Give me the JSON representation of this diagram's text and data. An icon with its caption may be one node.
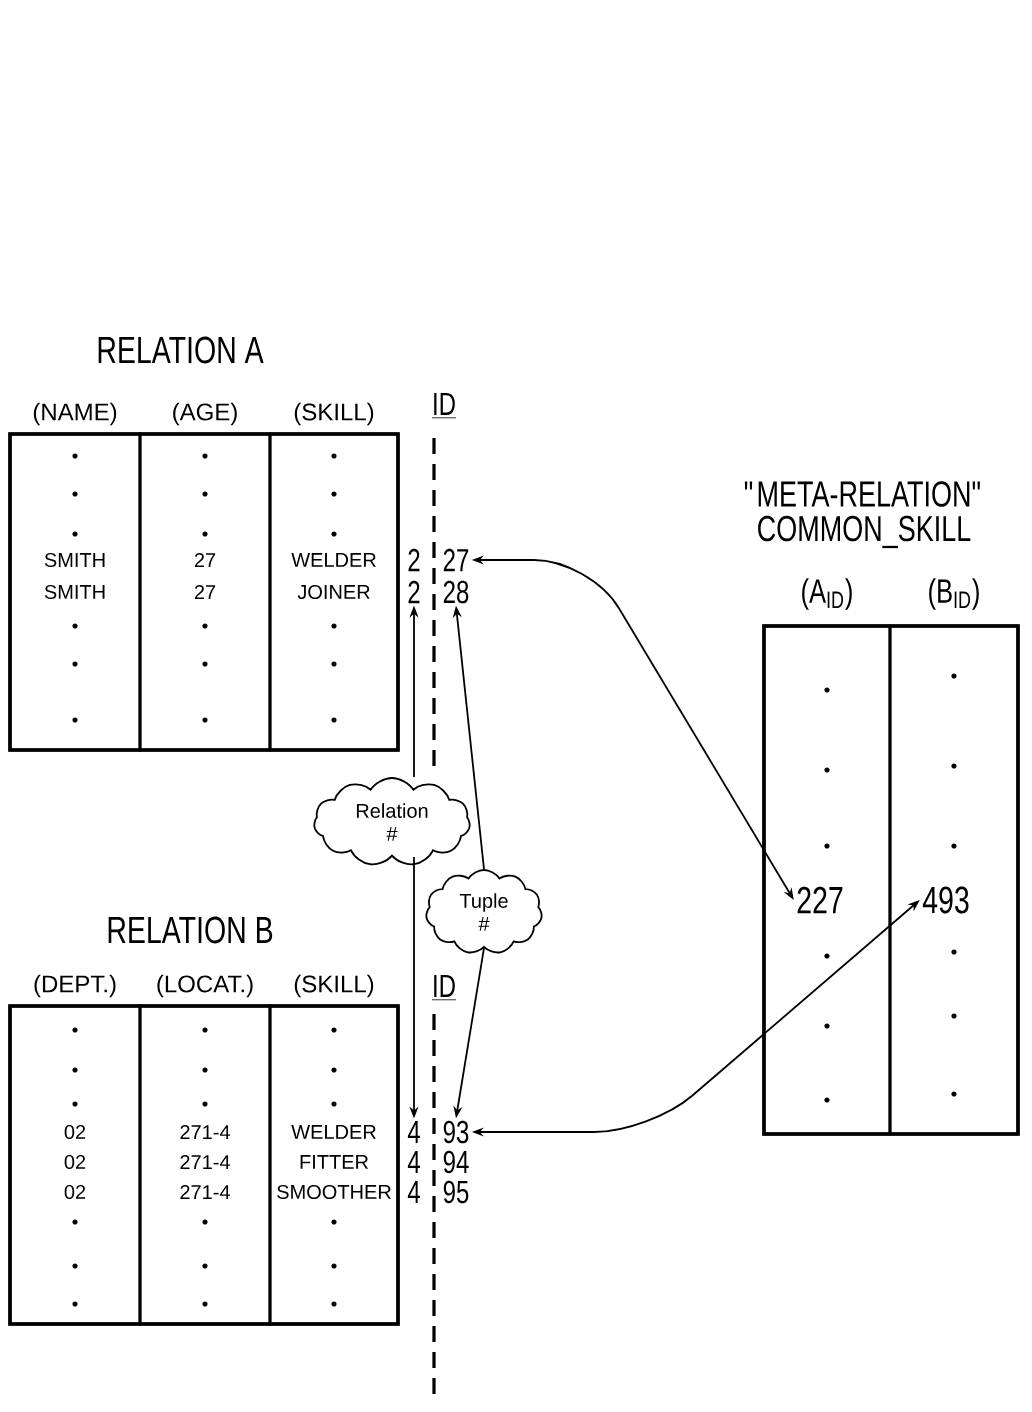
{
  "diagram": {
    "nodes": [
      {
        "text": [
          "RELATION A"
        ]
      },
      {
        "text": [
          "(NAME)",
          "SMITH",
          "SMITH"
        ],
        "in": 0
      },
      {
        "text": [
          "(AGE)",
          "27",
          "27"
        ],
        "in": 0
      },
      {
        "text": [
          "(SKILL)",
          "WELDER",
          "JOINER"
        ],
        "in": 0
      },
      {
        "text": [
          "2"
        ]
      },
      {
        "text": [
          "2"
        ]
      },
      {
        "text": [
          "27"
        ]
      },
      {
        "text": [
          "28"
        ]
      },
      {
        "text": [
          "RELATION B"
        ]
      },
      {
        "text": [
          "(DEPT.)",
          "02",
          "02",
          "02"
        ],
        "in": 8
      },
      {
        "text": [
          "(LOCAT.)",
          "271-4",
          "271-4",
          "271-4"
        ],
        "in": 8
      },
      {
        "text": [
          "(SKILL)",
          "WELDER",
          "FITTER",
          "SMOOTHER"
        ],
        "in": 8
      },
      {
        "text": [
          "4"
        ]
      },
      {
        "text": [
          "4"
        ]
      },
      {
        "text": [
          "4"
        ]
      },
      {
        "text": [
          "93"
        ]
      },
      {
        "text": [
          "94"
        ]
      },
      {
        "text": [
          "95"
        ]
      },
      {
        "text": [
          "\"META-RELATION\"",
          "COMMON_SKILL"
        ]
      },
      {
        "text": [
          "(A$_{ID}$)"
        ],
        "in": 18
      },
      {
        "text": [
          "(B$_{ID}$)"
        ],
        "in": 18
      },
      {
        "text": [
          "227"
        ],
        "in": 19
      },
      {
        "text": [
          "493"
        ],
        "in": 20
      },
      {
        "text": [
          "Relation #"
        ]
      },
      {
        "text": [
          "Tuple #"
        ]
      }
    ],
    "edges": [
      {
        "from": 21,
        "to": 6,
        "arrow": "both"
      },
      {
        "from": 22,
        "to": 15,
        "arrow": "both"
      },
      {
        "from": 23,
        "to": 5,
        "arrow": "to"
      },
      {
        "from": 23,
        "to": 12,
        "arrow": "to"
      },
      {
        "from": 24,
        "to": 7,
        "arrow": "to"
      },
      {
        "from": 24,
        "to": 15,
        "arrow": "to"
      }
    ],
    "labels": [
      "ID",
      "ID"
    ]
  }
}
